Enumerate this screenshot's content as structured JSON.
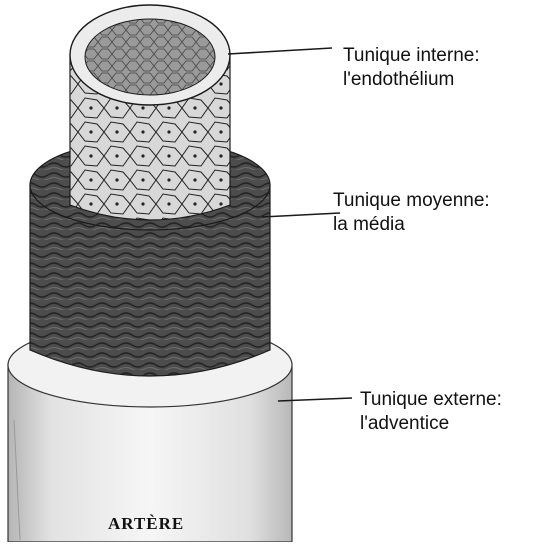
{
  "labels": {
    "internal": {
      "line1": "Tunique interne:",
      "line2": "l'endothélium"
    },
    "middle": {
      "line1": "Tunique moyenne:",
      "line2": "la média"
    },
    "external": {
      "line1": "Tunique externe:",
      "line2": "l'adventice"
    }
  },
  "caption": "ARTÈRE",
  "colors": {
    "adventice": "#e6e6e6",
    "media": "#4a4a4a",
    "endothelium": "#cfcfcf",
    "lines": "#1a1a1a"
  }
}
